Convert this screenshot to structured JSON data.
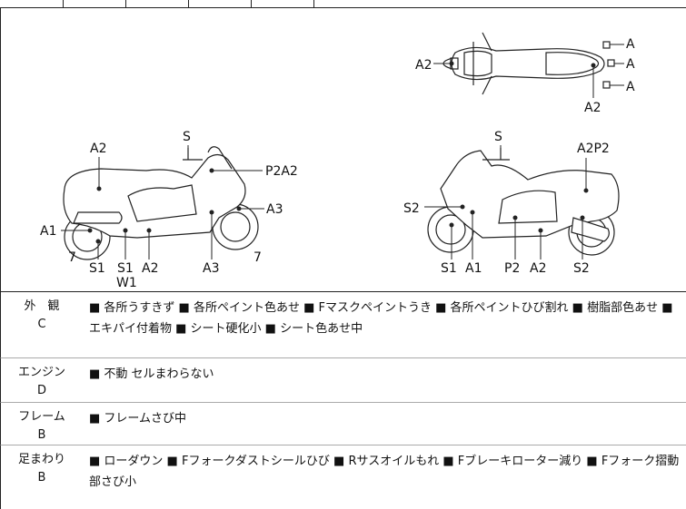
{
  "diagram": {
    "top_view": {
      "left": "A2",
      "right_top": "A",
      "right_mid": "A",
      "right_bot": "A",
      "bottom": "A2"
    },
    "left_view": {
      "top_a2": "A2",
      "s": "S",
      "p2a2": "P2A2",
      "a1": "A1",
      "a3": "A3",
      "seven_left": "7",
      "seven_right": "7",
      "s1a": "S1",
      "s1b": "S1",
      "w1": "W1",
      "a2": "A2",
      "a3b": "A3"
    },
    "right_view": {
      "s": "S",
      "a2p2": "A2P2",
      "s2": "S2",
      "s1": "S1",
      "a1": "A1",
      "p2": "P2",
      "a2": "A2",
      "s2b": "S2"
    }
  },
  "rows": [
    {
      "cat": "外　観",
      "grade": "C",
      "text": "■ 各所うすきず ■ 各所ペイント色あせ ■ Fマスクペイントうき ■ 各所ペイントひび割れ ■ 樹脂部色あせ ■ エキパイ付着物 ■ シート硬化小 ■ シート色あせ中"
    },
    {
      "cat": "エンジン",
      "grade": "D",
      "text": "■ 不動 セルまわらない"
    },
    {
      "cat": "フレーム",
      "grade": "B",
      "text": "■ フレームさび中"
    },
    {
      "cat": "足まわり",
      "grade": "B",
      "text": "■ ローダウン ■ Fフォークダストシールひび ■ Rサスオイルもれ ■ Fブレーキローター減り ■ Fフォーク摺動部さび小"
    }
  ]
}
